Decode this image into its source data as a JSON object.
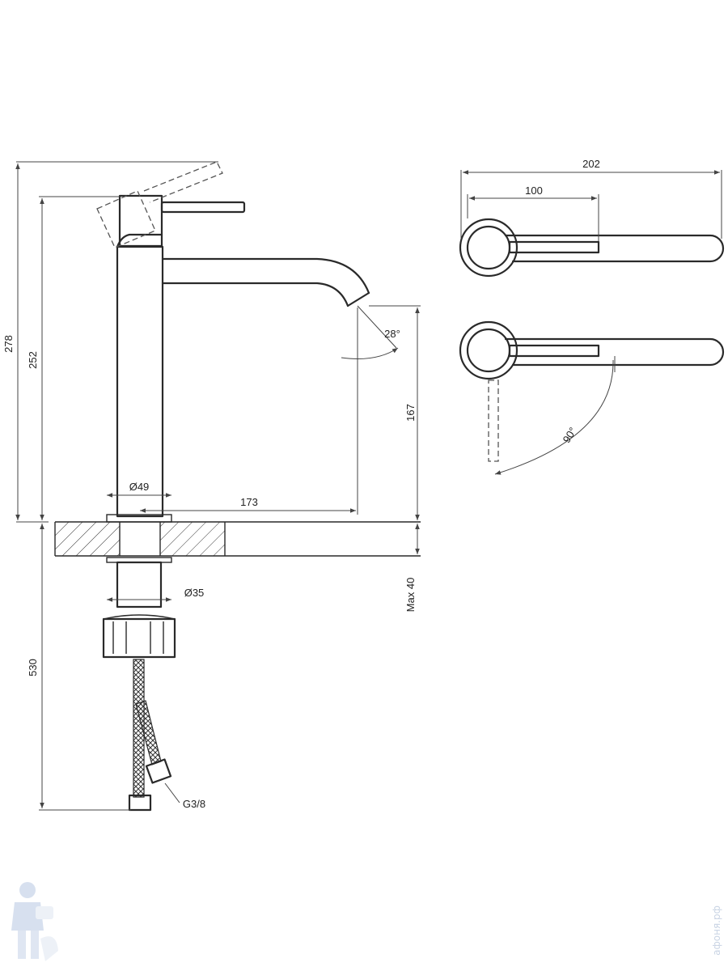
{
  "dimensions": {
    "total_height": "278",
    "spout_height": "252",
    "hose_length": "530",
    "body_diameter": "Ø49",
    "spout_reach": "173",
    "outlet_height": "167",
    "spout_angle": "28°",
    "shank_diameter": "Ø35",
    "max_deck": "Max 40",
    "thread": "G3/8",
    "top_width": "202",
    "handle_length": "100",
    "handle_rotation": "90°"
  },
  "watermark": {
    "text": "афоня.рф"
  }
}
